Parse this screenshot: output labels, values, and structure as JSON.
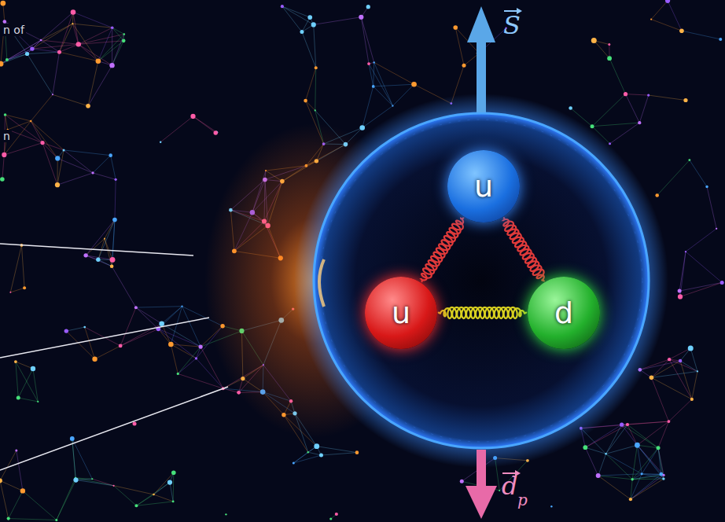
{
  "diagram": {
    "nodes": [
      {
        "text": [
          "u"
        ]
      },
      {
        "text": [
          "u"
        ]
      },
      {
        "text": [
          "d"
        ]
      }
    ],
    "edges": [
      {
        "from": 0,
        "to": 1,
        "arrow": "none"
      },
      {
        "from": 0,
        "to": 2,
        "arrow": "none"
      },
      {
        "from": 1,
        "to": 2,
        "arrow": "none"
      }
    ],
    "labels": [
      "n of",
      "n",
      "S",
      "d",
      "p"
    ]
  }
}
